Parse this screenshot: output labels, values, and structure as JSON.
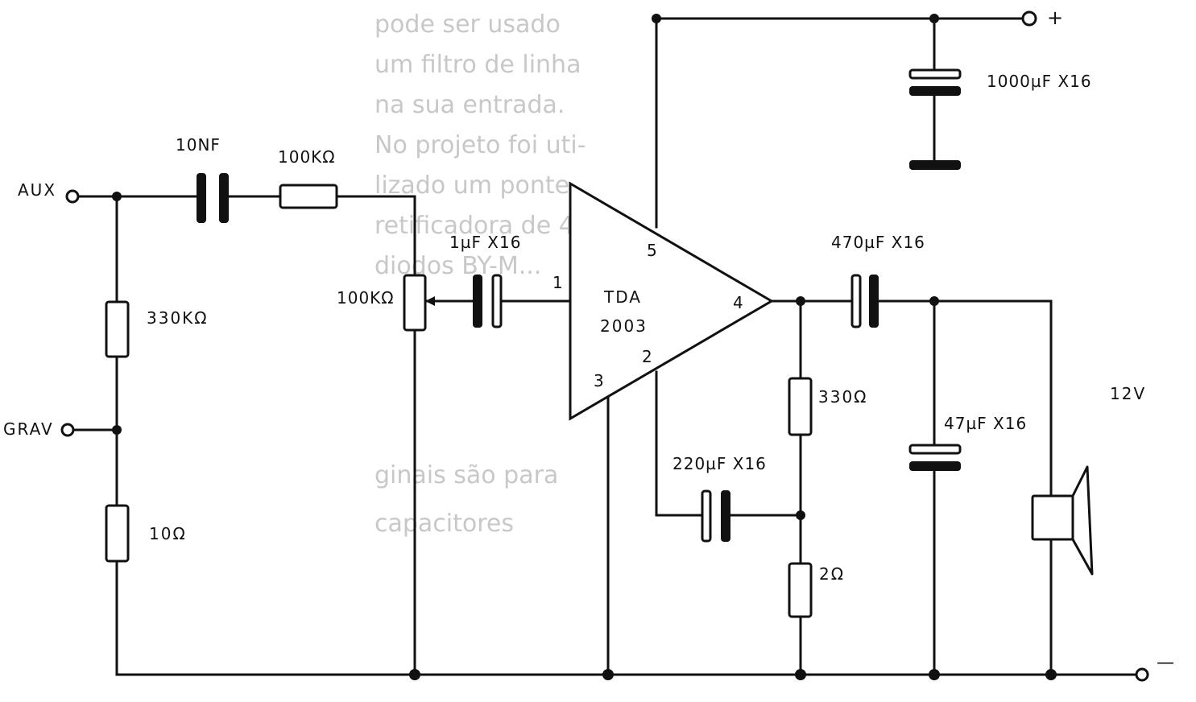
{
  "terminals": {
    "aux": "AUX",
    "grav": "GRAV",
    "plus": "+",
    "minus": "—"
  },
  "components": {
    "c_input": "10NF",
    "r_input": "100KΩ",
    "r_divider_top": "330KΩ",
    "r_divider_bottom": "10Ω",
    "pot": "100KΩ",
    "c_coupling": "1µF X16",
    "c_supply": "1000µF X16",
    "c_output": "470µF X16",
    "r_feedback": "330Ω",
    "c_feedback": "220µF X16",
    "r_feedback_gnd": "2Ω",
    "c_zobel": "47µF X16",
    "supply": "12V"
  },
  "ic": {
    "name_line1": "TDA",
    "name_line2": "2003",
    "pin1": "1",
    "pin2": "2",
    "pin3": "3",
    "pin4": "4",
    "pin5": "5"
  },
  "background_text": [
    "pode ser usado",
    "um filtro de linha",
    "na sua entrada.",
    "No projeto foi uti-",
    "lizado um ponte",
    "retificadora de 4",
    "diodos BY-M...",
    "...",
    "...",
    "...",
    "...",
    "ginais são para",
    "capacitores"
  ]
}
